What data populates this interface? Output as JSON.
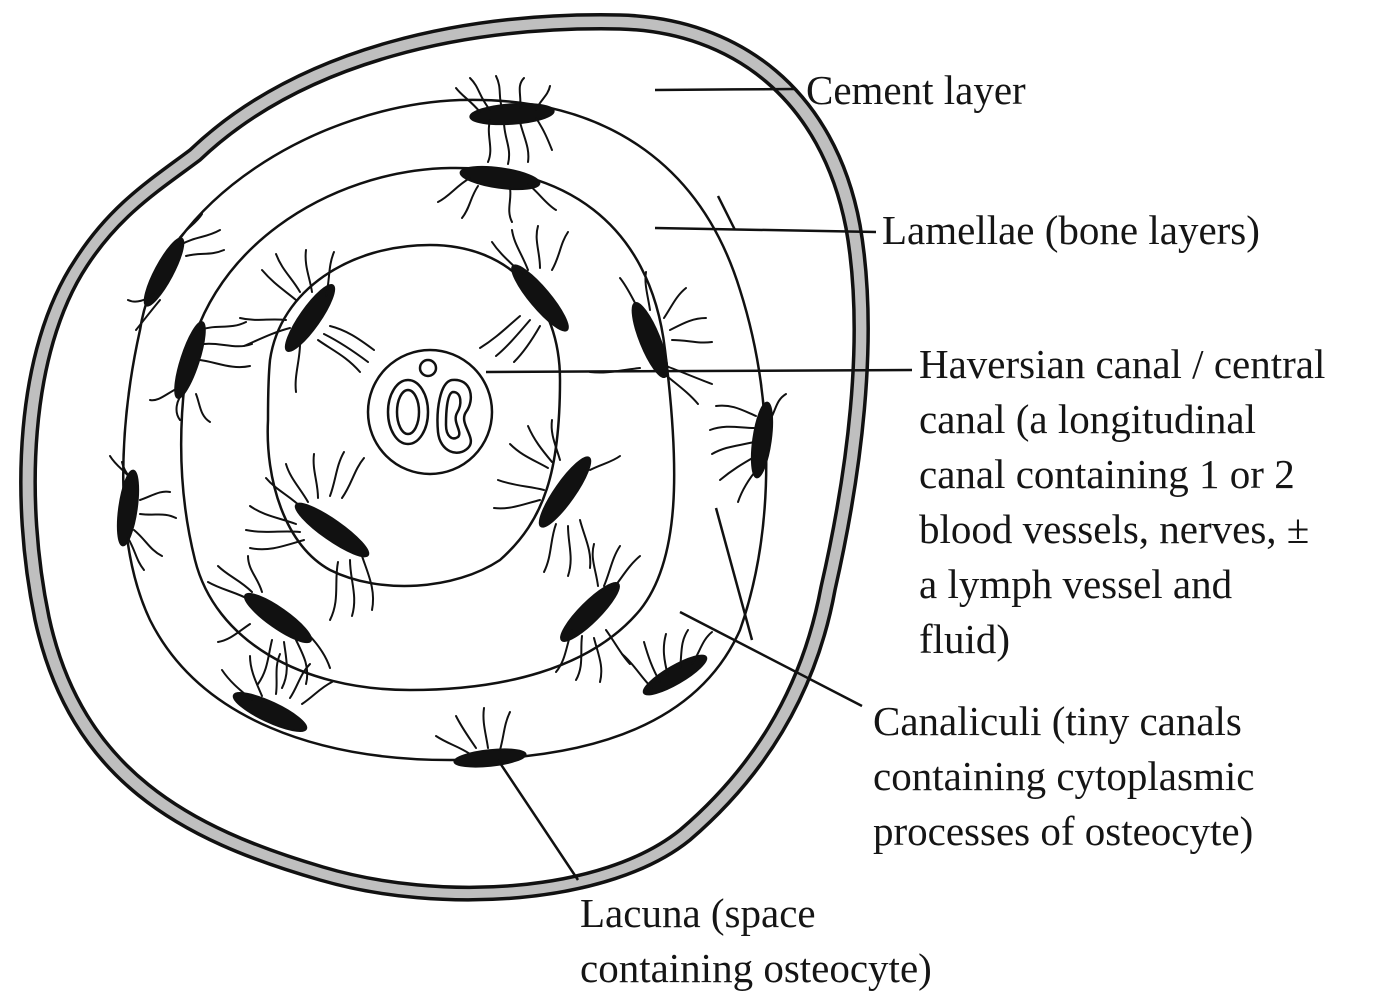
{
  "labels": {
    "cement_layer": "Cement layer",
    "lamellae": "Lamellae (bone layers)",
    "haversian_canal": "Haversian canal / central\ncanal (a longitudinal\ncanal containing 1 or 2\nblood vessels, nerves, ±\na lymph vessel and\nfluid)",
    "canaliculi": "Canaliculi (tiny canals\ncontaining cytoplasmic\nprocesses of osteocyte)",
    "lacuna": "Lacuna (space\ncontaining osteocyte)"
  },
  "colors": {
    "ink": "#111111",
    "cement_fill": "#bfbfbf",
    "background": "#ffffff"
  }
}
